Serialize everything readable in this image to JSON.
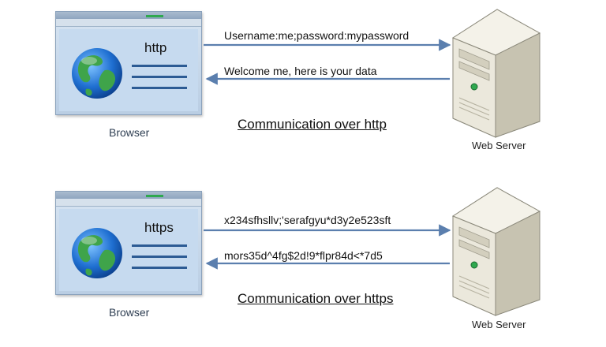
{
  "panels": [
    {
      "browser_label": "http",
      "browser_caption": "Browser",
      "request_text": "Username:me;password:mypassword",
      "response_text": "Welcome me, here is your data",
      "title": "Communication over http",
      "server_caption": "Web Server"
    },
    {
      "browser_label": "https",
      "browser_caption": "Browser",
      "request_text": "x234sfhsllv;'serafgyu*d3y2e523sft",
      "response_text": "mors35d^4fg$2d!9*flpr84d<*7d5",
      "title": "Communication over https",
      "server_caption": "Web Server"
    }
  ],
  "colors": {
    "arrow": "#5b7fae",
    "browser_frame": "#8aa1bb",
    "browser_content": "#c6daef",
    "content_lines": "#2c5b94",
    "progress": "#2fa84f",
    "server_body": "#e9e6d7",
    "server_indicator": "#2fa84f"
  },
  "icons": {
    "browser": "browser-window-icon",
    "globe": "globe-icon",
    "server": "web-server-icon",
    "request_arrow": "arrow-right-icon",
    "response_arrow": "arrow-left-icon"
  }
}
